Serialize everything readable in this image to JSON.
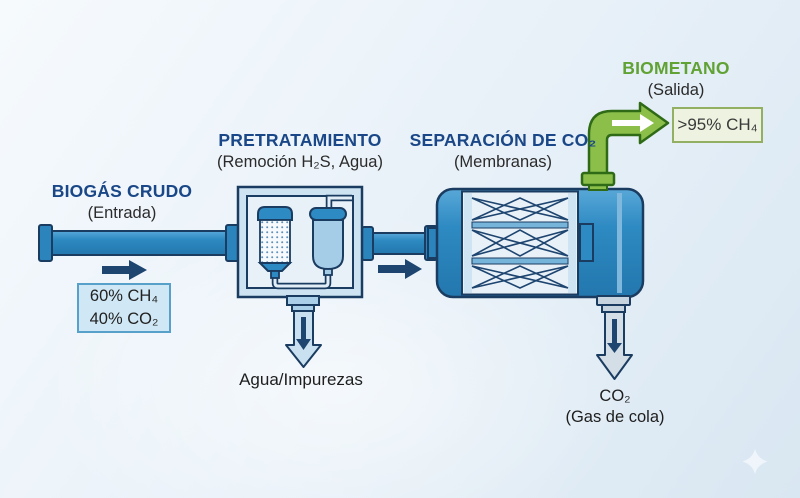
{
  "diagram": {
    "stages": [
      {
        "id": "input",
        "title": "BIOGÁS CRUDO",
        "subtitle": "(Entrada)"
      },
      {
        "id": "pretreatment",
        "title": "PRETRATAMIENTO",
        "subtitle": "(Remoción H₂S, Agua)"
      },
      {
        "id": "separation",
        "title": "SEPARACIÓN DE CO₂",
        "subtitle": "(Membranas)"
      },
      {
        "id": "output",
        "title": "BIOMETANO",
        "subtitle": "(Salida)"
      }
    ]
  },
  "callouts": {
    "composition": {
      "line1": "60% CH₄",
      "line2": "40% CO₂"
    },
    "purity": ">95% CH₄",
    "water_impurities": "Agua/Impurezas",
    "tail_gas": {
      "line1": "CO₂",
      "line2": "(Gas de cola)"
    }
  },
  "icons": {
    "flow-right-arrow-icon": "→",
    "down-arrow-icon": "↓",
    "elbow-arrow-icon": "➜",
    "sparkle-watermark-icon": "✦"
  },
  "colors": {
    "heading_blue": "#1A4787",
    "heading_green": "#61A234",
    "pipe_blue": "#2E8AC2",
    "outline_navy": "#1A3C60",
    "flow_arrow_navy": "#1D4570",
    "biomethane_green": "#8CBF4A",
    "green_outline": "#2F6B16",
    "composition_box_bg": "#D0E8F5",
    "composition_box_border": "#57A0CA",
    "purity_box_bg": "#EDF3E0",
    "purity_box_border": "#93AF62"
  }
}
